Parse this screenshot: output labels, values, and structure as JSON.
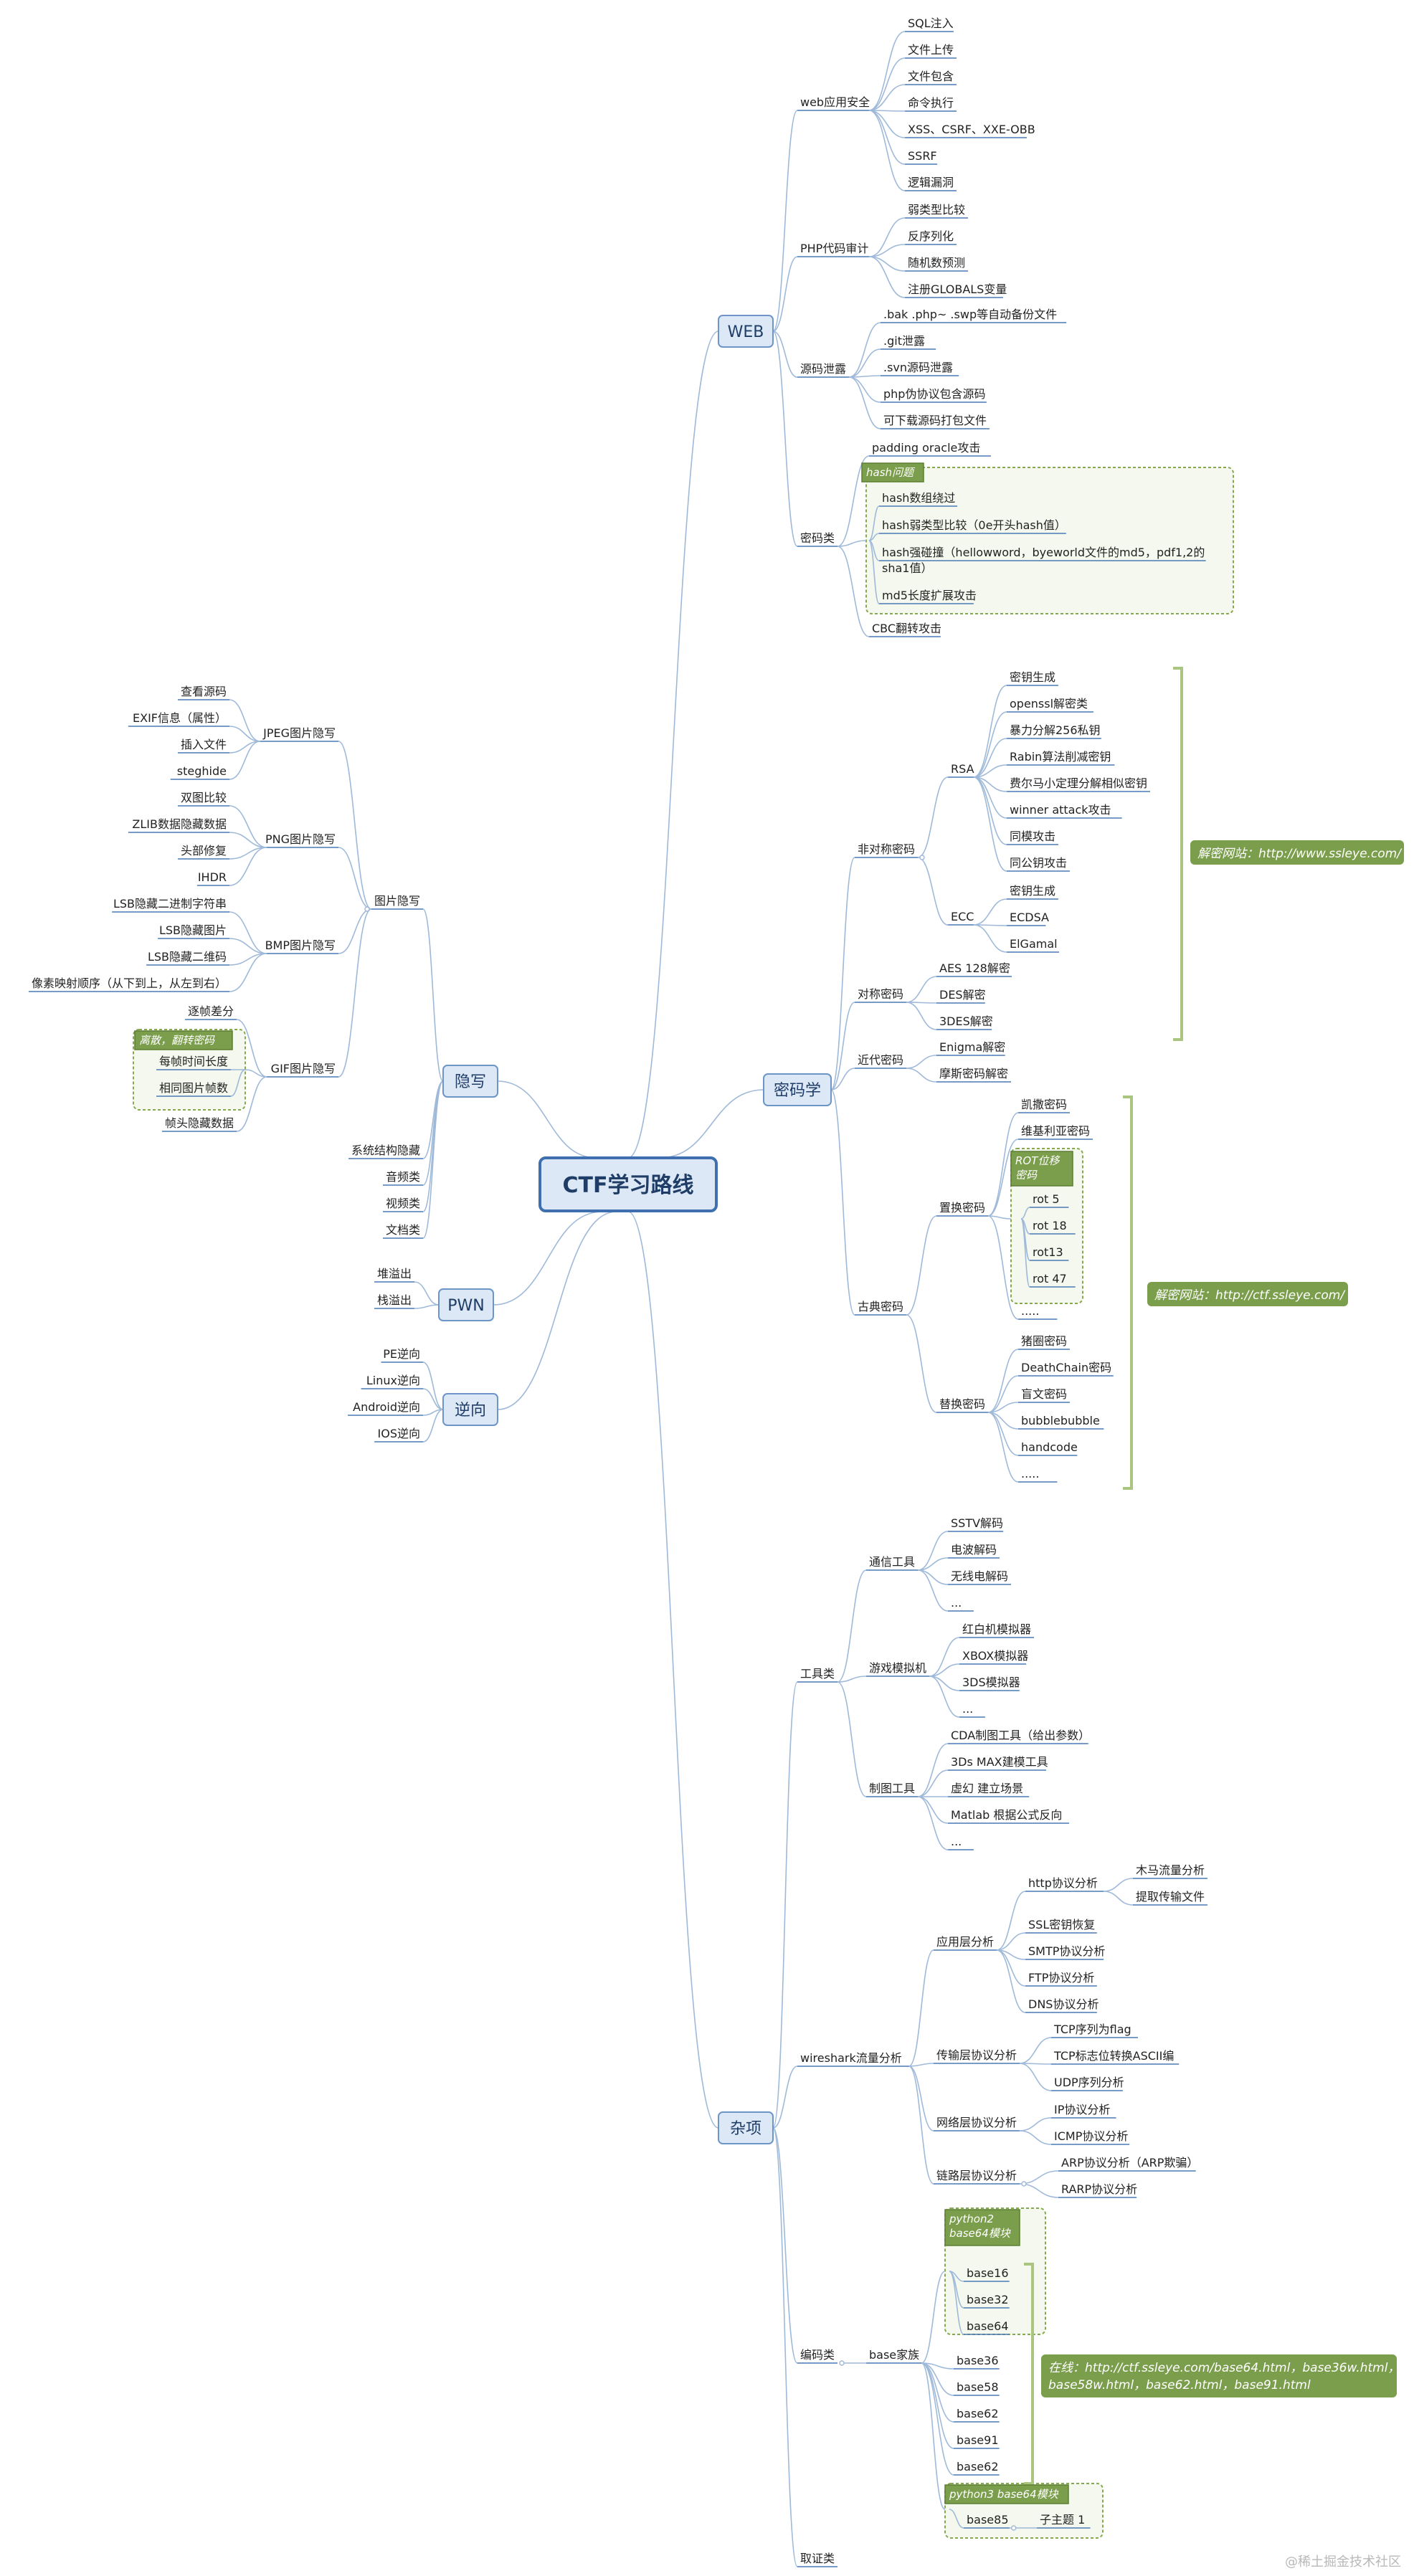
{
  "root": "CTF学习路线",
  "watermark": "@稀土掘金技术社区",
  "colors": {
    "line": "#9fb9d9",
    "underline": "#4a7ab5",
    "box_fill": "#dce8f6",
    "box_stroke": "#6d95c8",
    "root_stroke": "#3f6fae",
    "note_fill": "#7b9e4c",
    "group_stroke": "#86a94f",
    "group_fill": "#f5f8ee"
  },
  "branches": {
    "web": {
      "label": "WEB",
      "web_sec": {
        "label": "web应用安全",
        "items": [
          "SQL注入",
          "文件上传",
          "文件包含",
          "命令执行",
          "XSS、CSRF、XXE-OBB",
          "SSRF",
          "逻辑漏洞"
        ]
      },
      "php_audit": {
        "label": "PHP代码审计",
        "items": [
          "弱类型比较",
          "反序列化",
          "随机数预测",
          "注册GLOBALS变量"
        ]
      },
      "src_leak": {
        "label": "源码泄露",
        "items": [
          ".bak .php~ .swp等自动备份文件",
          ".git泄露",
          ".svn源码泄露",
          "php伪协议包含源码",
          "可下载源码打包文件"
        ]
      },
      "crypto_web": {
        "label": "密码类",
        "padding": "padding oracle攻击",
        "hash_group": "hash问题",
        "hash_items": [
          "hash数组绕过",
          "hash弱类型比较（0e开头hash值）",
          "hash强碰撞（hellowword，byeworld文件的md5，pdf1,2的",
          "sha1值）",
          "md5长度扩展攻击"
        ],
        "cbc": "CBC翻转攻击"
      }
    },
    "crypto": {
      "label": "密码学",
      "asym": {
        "label": "非对称密码",
        "rsa": {
          "label": "RSA",
          "items": [
            "密钥生成",
            "openssl解密类",
            "暴力分解256私钥",
            "Rabin算法削减密钥",
            "费尔马小定理分解相似密钥",
            "winner attack攻击",
            "同模攻击",
            "同公钥攻击"
          ]
        },
        "ecc": {
          "label": "ECC",
          "items": [
            "密钥生成",
            "ECDSA",
            "ElGamal"
          ]
        },
        "note": "解密网站：http://www.ssleye.com/"
      },
      "sym": {
        "label": "对称密码",
        "items": [
          "AES 128解密",
          "DES解密",
          "3DES解密"
        ]
      },
      "modern": {
        "label": "近代密码",
        "items": [
          "Enigma解密",
          "摩斯密码解密"
        ]
      },
      "classic": {
        "label": "古典密码",
        "sub": {
          "label": "置换密码",
          "items": [
            "凯撒密码",
            "维基利亚密码"
          ],
          "rot_group": [
            "ROT位移",
            "密码"
          ],
          "rot_items": [
            "rot 5",
            "rot 18",
            "rot13",
            "rot 47"
          ],
          "more": "....."
        },
        "alt": {
          "label": "替换密码",
          "items": [
            "猪圈密码",
            "DeathChain密码",
            "盲文密码",
            "bubblebubble",
            "handcode",
            "....."
          ]
        },
        "note": "解密网站：http://ctf.ssleye.com/"
      }
    },
    "stego": {
      "label": "隐写",
      "pic": {
        "label": "图片隐写"
      },
      "jpeg": {
        "label": "JPEG图片隐写",
        "items": [
          "查看源码",
          "EXIF信息（属性）",
          "插入文件",
          "steghide"
        ]
      },
      "png": {
        "label": "PNG图片隐写",
        "items": [
          "双图比较",
          "ZLIB数据隐藏数据",
          "头部修复",
          "IHDR"
        ]
      },
      "bmp": {
        "label": "BMP图片隐写",
        "items": [
          "LSB隐藏二进制字符串",
          "LSB隐藏图片",
          "LSB隐藏二维码",
          "像素映射顺序（从下到上，从左到右）"
        ]
      },
      "gif": {
        "label": "GIF图片隐写",
        "first": "逐帧差分",
        "group": "离散，翻转密码",
        "group_items": [
          "每帧时间长度",
          "相同图片帧数"
        ],
        "last": "帧头隐藏数据"
      },
      "others": [
        "系统结构隐藏",
        "音频类",
        "视频类",
        "文档类"
      ]
    },
    "pwn": {
      "label": "PWN",
      "items": [
        "堆溢出",
        "栈溢出"
      ]
    },
    "reverse": {
      "label": "逆向",
      "items": [
        "PE逆向",
        "Linux逆向",
        "Android逆向",
        "IOS逆向"
      ]
    },
    "misc": {
      "label": "杂项",
      "tools": {
        "label": "工具类",
        "comm": {
          "label": "通信工具",
          "items": [
            "SSTV解码",
            "电波解码",
            "无线电解码",
            "..."
          ]
        },
        "game": {
          "label": "游戏模拟机",
          "items": [
            "红白机模拟器",
            "XBOX模拟器",
            "3DS模拟器",
            "..."
          ]
        },
        "draw": {
          "label": "制图工具",
          "items": [
            "CDA制图工具（给出参数）",
            "3Ds MAX建模工具",
            "虚幻 建立场景",
            "Matlab 根据公式反向",
            "..."
          ]
        }
      },
      "wireshark": {
        "label": "wireshark流量分析",
        "app": {
          "label": "应用层分析",
          "http": "http协议分析",
          "http_items": [
            "木马流量分析",
            "提取传输文件"
          ],
          "items": [
            "SSL密钥恢复",
            "SMTP协议分析",
            "FTP协议分析",
            "DNS协议分析"
          ]
        },
        "trans": {
          "label": "传输层协议分析",
          "items": [
            "TCP序列为flag",
            "TCP标志位转换ASCII编",
            "UDP序列分析"
          ]
        },
        "net": {
          "label": "网络层协议分析",
          "items": [
            "IP协议分析",
            "ICMP协议分析"
          ]
        },
        "link": {
          "label": "链路层协议分析",
          "items": [
            "ARP协议分析（ARP欺骗）",
            "RARP协议分析"
          ]
        }
      },
      "encode": {
        "label": "编码类",
        "base": {
          "label": "base家族",
          "py2": [
            "python2",
            "base64模块"
          ],
          "py2_items": [
            "base16",
            "base32",
            "base64"
          ],
          "items": [
            "base36",
            "base58",
            "base62",
            "base91",
            "base62"
          ],
          "py3": "python3 base64模块",
          "base85": "base85",
          "sub": "子主题 1"
        },
        "note": [
          "在线：http://ctf.ssleye.com/base64.html，base36w.html，",
          "base58w.html，base62.html，base91.html"
        ]
      },
      "forensics": "取证类"
    }
  }
}
